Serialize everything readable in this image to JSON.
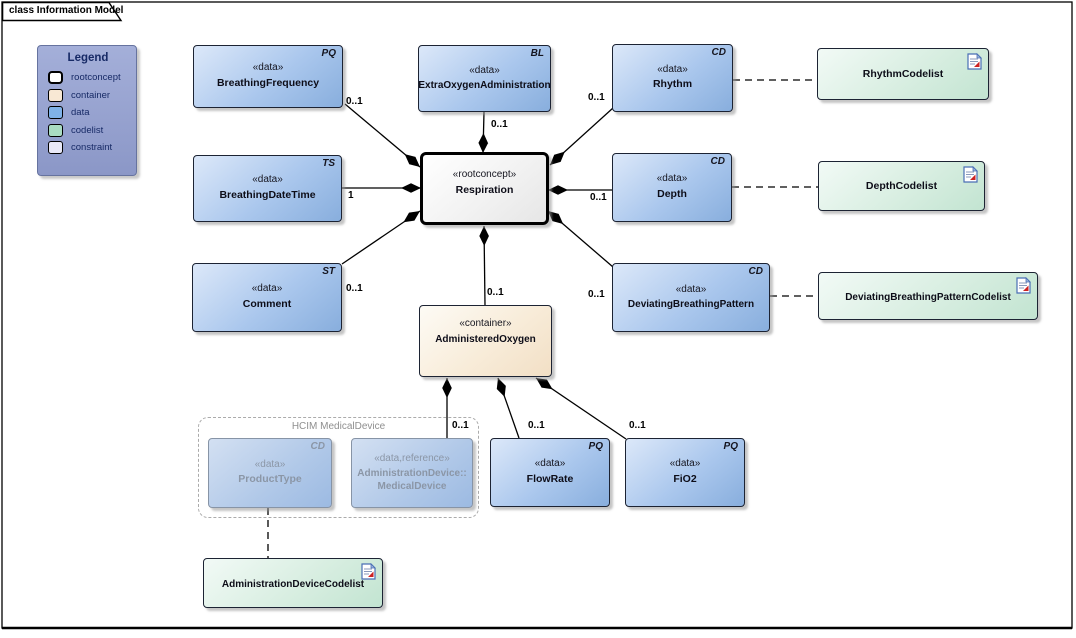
{
  "frame": {
    "title": "class Information Model"
  },
  "legend": {
    "title": "Legend",
    "items": [
      {
        "label": "rootconcept",
        "color": "#ffffff"
      },
      {
        "label": "container",
        "color": "#f8e8d4"
      },
      {
        "label": "data",
        "color": "#7fb2e8"
      },
      {
        "label": "codelist",
        "color": "#a9dcc2"
      },
      {
        "label": "constraint",
        "color": "#e9e9f8"
      }
    ]
  },
  "nodes": {
    "breathingFrequency": {
      "stereotype": "«data»",
      "name": "BreathingFrequency",
      "type_code": "PQ",
      "multiplicity": "0..1"
    },
    "extraOxygenAdministration": {
      "stereotype": "«data»",
      "name": "ExtraOxygenAdministration",
      "type_code": "BL",
      "multiplicity": "0..1"
    },
    "rhythm": {
      "stereotype": "«data»",
      "name": "Rhythm",
      "type_code": "CD",
      "multiplicity": "0..1"
    },
    "breathingDateTime": {
      "stereotype": "«data»",
      "name": "BreathingDateTime",
      "type_code": "TS",
      "multiplicity": "1"
    },
    "respiration": {
      "stereotype": "«rootconcept»",
      "name": "Respiration"
    },
    "depth": {
      "stereotype": "«data»",
      "name": "Depth",
      "type_code": "CD",
      "multiplicity": "0..1"
    },
    "comment": {
      "stereotype": "«data»",
      "name": "Comment",
      "type_code": "ST",
      "multiplicity": "0..1"
    },
    "deviatingBreathingPattern": {
      "stereotype": "«data»",
      "name": "DeviatingBreathingPattern",
      "type_code": "CD",
      "multiplicity": "0..1"
    },
    "administeredOxygen": {
      "stereotype": "«container»",
      "name": "AdministeredOxygen",
      "multiplicity": "0..1"
    },
    "productType": {
      "stereotype": "«data»",
      "name": "ProductType",
      "type_code": "CD"
    },
    "medicalDevice": {
      "stereotype": "«data,reference»",
      "name_line1": "AdministrationDevice::",
      "name_line2": "MedicalDevice",
      "multiplicity": "0..1"
    },
    "flowRate": {
      "stereotype": "«data»",
      "name": "FlowRate",
      "type_code": "PQ",
      "multiplicity": "0..1"
    },
    "fio2": {
      "stereotype": "«data»",
      "name": "FiO2",
      "type_code": "PQ",
      "multiplicity": "0..1"
    }
  },
  "codelists": {
    "rhythmCodelist": {
      "name": "RhythmCodelist"
    },
    "depthCodelist": {
      "name": "DepthCodelist"
    },
    "deviatingBreathingPatternCodelist": {
      "name": "DeviatingBreathingPatternCodelist"
    },
    "administrationDeviceCodelist": {
      "name": "AdministrationDeviceCodelist"
    }
  },
  "group": {
    "label": "HCIM MedicalDevice"
  },
  "colors": {
    "data_fill": "#88aedd",
    "codelist_fill": "#c2e4d1",
    "container_fill": "#f2dfc5",
    "rootconcept_fill": "#ffffff",
    "legend_fill": "#93a0cd",
    "ghost_text": "#8b96a6",
    "doc_icon_red": "#cc2222",
    "doc_icon_blue": "#4a6fb5"
  }
}
